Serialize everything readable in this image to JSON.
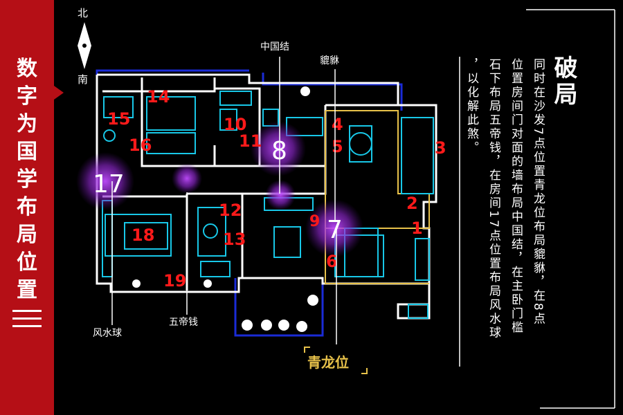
{
  "sidebar": {
    "title_chars": [
      "数",
      "字",
      "为",
      "国",
      "学",
      "布",
      "局",
      "位",
      "置"
    ],
    "color": "#b50f16"
  },
  "compass": {
    "north": "北",
    "south": "南"
  },
  "callouts": {
    "zhongguojie": "中国结",
    "pixiu": "貔貅",
    "fengshuiqiu": "风水球",
    "wudiqian": "五帝钱",
    "qinglongwei": "青龙位"
  },
  "markers": {
    "n17": "17",
    "n8": "8",
    "n7": "7"
  },
  "room_numbers": [
    "1",
    "2",
    "3",
    "4",
    "5",
    "6",
    "9",
    "10",
    "11",
    "12",
    "13",
    "14",
    "15",
    "16",
    "18",
    "19"
  ],
  "panel": {
    "heading": "破局",
    "col1": "同时在沙发7点位置青龙位布局貔貅，在8点",
    "col2": "位置房间门对面的墙布局中国结，在主卧门槛",
    "col3": "石下布局五帝钱，在房间17点位置布局风水球",
    "col4": "，以化解此煞。"
  },
  "colors": {
    "wall": "#ffffff",
    "balcony": "#1a2bd6",
    "furniture": "#18c8e8",
    "glow": "#9a2bd8",
    "number": "#ff1a1a",
    "highlight": "#e8c24a"
  }
}
